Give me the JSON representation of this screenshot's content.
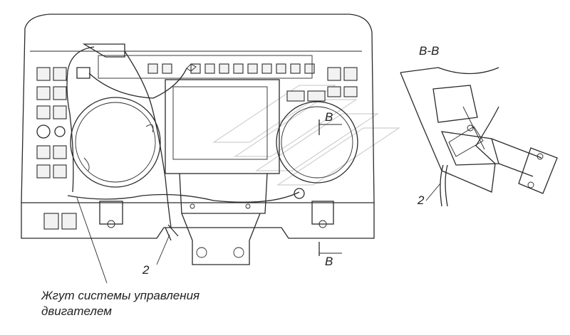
{
  "diagram": {
    "section_label": "В-В",
    "cut_mark_top": "В",
    "cut_mark_bottom": "В",
    "callout_main": "2",
    "callout_section": "2",
    "caption_line1": "Жгут системы управления",
    "caption_line2": "двигателем"
  },
  "colors": {
    "line": "#2a2a2a",
    "paper": "#ffffff",
    "watermark": "#cfcfcf"
  }
}
